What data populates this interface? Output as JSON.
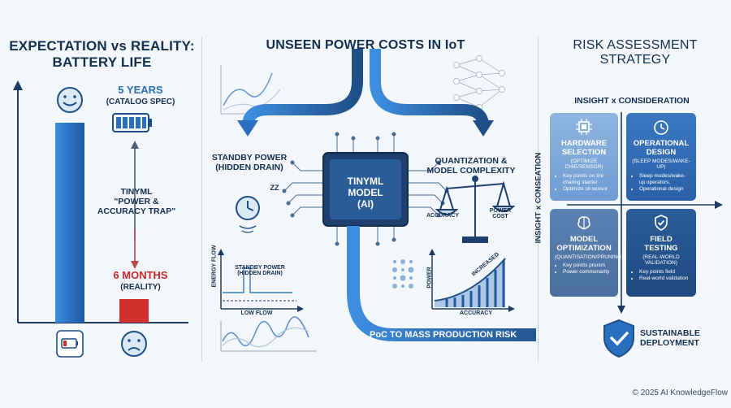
{
  "left": {
    "title_line1": "EXPECTATION vs REALITY:",
    "title_line2": "BATTERY LIFE",
    "expected_value": "5 YEARS",
    "expected_note": "(CATALOG SPEC)",
    "trap_line1": "TINYML",
    "trap_line2": "\"POWER &",
    "trap_line3": "ACCURACY TRAP\"",
    "reality_value": "6 MONTHS",
    "reality_note": "(REALITY)"
  },
  "center": {
    "title": "UNSEEN POWER COSTS IN IoT",
    "standby_line1": "STANDBY POWER",
    "standby_line2": "(HIDDEN DRAIN)",
    "zz": "ZZ",
    "quant_line1": "QUANTIZATION &",
    "quant_line2": "MODEL COMPLEXITY",
    "chip_line1": "TINYML",
    "chip_line2": "MODEL",
    "chip_line3": "(AI)",
    "scale_left": "ACCURACY",
    "scale_right_line1": "POWER",
    "scale_right_line2": "COST",
    "energy_ylabel": "ENERGY FLOW",
    "energy_note_line1": "STANDBY POWER",
    "energy_note_line2": "(HIDDEN DRAIN)",
    "energy_xlabel": "LOW FLOW",
    "power_ylabel": "POWER",
    "power_curve_label": "INCREASED",
    "power_xlabel": "ACCURACY",
    "risk_arrow": "PoC TO MASS PRODUCTION RISK"
  },
  "right": {
    "title_line1": "RISK ASSESSMENT",
    "title_line2": "STRATEGY",
    "matrix_top": "INSIGHT x CONSIDERATION",
    "matrix_side": "INSIGHT x CONSEATION",
    "q1": {
      "title_line1": "HARDWARE",
      "title_line2": "SELECTION",
      "sub": "(OPTIMIZE CHIE/SENSOR)",
      "b1": "Key points on tire charing stanler",
      "b2": "Optimize sil-sensor"
    },
    "q2": {
      "title_line1": "OPERATIONAL",
      "title_line2": "DESIGN",
      "sub": "(SLEEP MODES/WAKE-UP)",
      "b1": "Sleep modes/wake-up operators.",
      "b2": "Operational design"
    },
    "q3": {
      "title_line1": "MODEL",
      "title_line2": "OPTIMIZATION",
      "sub": "(QUANTISATION/PRUNING)",
      "b1": "Key points prunim",
      "b2": "Power commonarity"
    },
    "q4": {
      "title_line1": "FIELD",
      "title_line2": "TESTING",
      "sub": "(REAL-WORLD VALIDATION)",
      "b1": "Key points field",
      "b2": "Real-world validation"
    },
    "outcome_line1": "SUSTAINABLE",
    "outcome_line2": "DEPLOYMENT"
  },
  "footer": "© 2025 AI KnowledgeFlow",
  "colors": {
    "dark_blue": "#1f4f86",
    "mid_blue": "#3a78c0",
    "light_blue": "#7ea9d9",
    "red": "#c62828",
    "text": "#14304f"
  }
}
